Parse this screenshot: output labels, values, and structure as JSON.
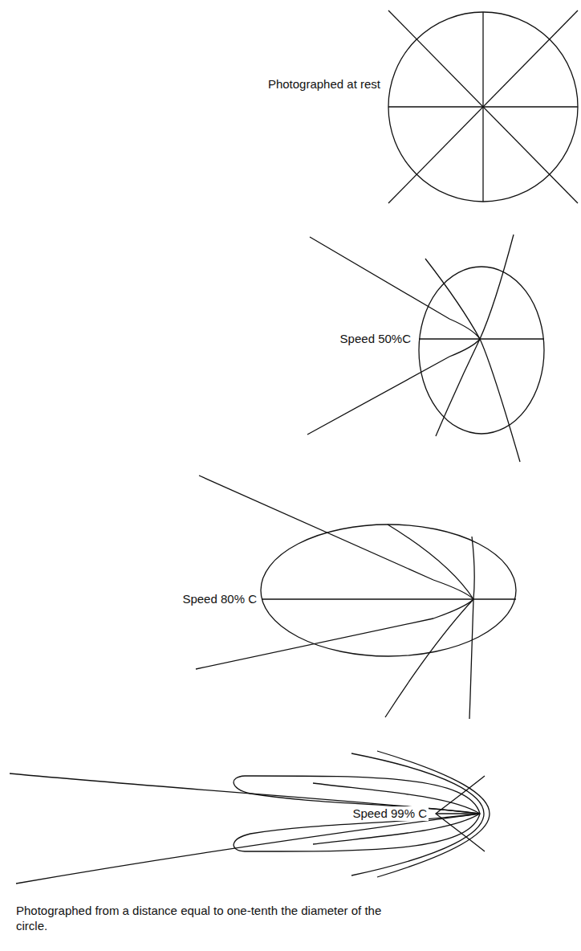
{
  "diagram": {
    "caption": "Photographed from a distance equal to one-tenth the diameter of the circle.",
    "labels": [
      "Photographed at rest",
      "Speed 50%C",
      "Speed 80% C",
      "Speed 99% C"
    ]
  }
}
